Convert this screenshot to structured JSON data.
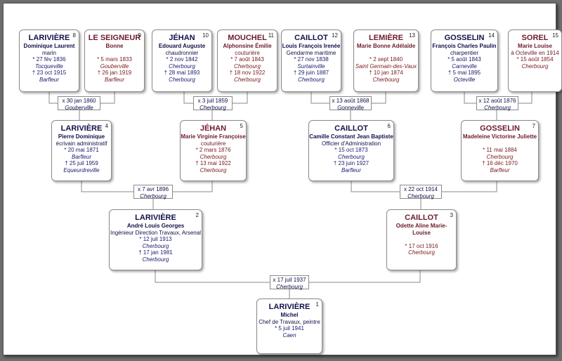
{
  "colors": {
    "male_text": "#10104a",
    "female_text": "#6e1a2a",
    "connector": "#8a8a8a",
    "background": "#6f6f6f"
  },
  "persons": {
    "p1": {
      "number": "1",
      "surname": "LARIVIÈRE",
      "given": "Michel",
      "occupation": "Chef de Travaux, peintre",
      "birth": "* 5 juil 1941",
      "birth_place": "Caen"
    },
    "p2": {
      "number": "2",
      "surname": "LARIVIÈRE",
      "given": "André Louis Georges",
      "occupation": "Ingénieur Direction Travaux, Arsenal",
      "birth": "* 12 juil 1913",
      "birth_place": "Cherbourg",
      "death": "† 17 jan 1981",
      "death_place": "Cherbourg"
    },
    "p3": {
      "number": "3",
      "surname": "CAILLOT",
      "given": "Odette Aline Marie-Louise",
      "birth": "* 17 oct 1916",
      "birth_place": "Cherbourg"
    },
    "p4": {
      "number": "4",
      "surname": "LARIVIÈRE",
      "given": "Pierre Dominique",
      "occupation": "écrivain administratif",
      "birth": "* 20 mai 1871",
      "birth_place": "Barfleur",
      "death": "† 25 juil 1959",
      "death_place": "Equeurdreville"
    },
    "p5": {
      "number": "5",
      "surname": "JÉHAN",
      "given": "Marie Virginie Françoise",
      "occupation": "couturière",
      "birth": "* 2 mars 1876",
      "birth_place": "Cherbourg",
      "death": "† 13 mai 1922",
      "death_place": "Cherbourg"
    },
    "p6": {
      "number": "6",
      "surname": "CAILLOT",
      "given": "Camille Constant Jean Baptiste",
      "occupation": "Officier d'Administration",
      "birth": "* 15 oct 1873",
      "birth_place": "Cherbourg",
      "death": "† 23 juin 1927",
      "death_place": "Barfleur"
    },
    "p7": {
      "number": "7",
      "surname": "GOSSELIN",
      "given": "Madeleine Victorine Juliette",
      "birth": "* 11 mai 1884",
      "birth_place": "Cherbourg",
      "death": "† 16 déc 1970",
      "death_place": "Barfleur"
    },
    "p8": {
      "number": "8",
      "surname": "LARIVIÈRE",
      "given": "Dominique Laurent",
      "occupation": "marin",
      "birth": "* 27 fév 1836",
      "birth_place": "Tocqueville",
      "death": "† 23 oct 1915",
      "death_place": "Barfleur"
    },
    "p9": {
      "number": "9",
      "surname": "LE SEIGNEUR",
      "given": "Bonne",
      "birth": "* 5 mars 1833",
      "birth_place": "Gouberville",
      "death": "† 26 jan 1919",
      "death_place": "Barfleur"
    },
    "p10": {
      "number": "10",
      "surname": "JÉHAN",
      "given": "Edouard Auguste",
      "occupation": "chaudronnier",
      "birth": "* 2 nov 1842",
      "birth_place": "Cherbourg",
      "death": "† 28 mai 1893",
      "death_place": "Cherbourg"
    },
    "p11": {
      "number": "11",
      "surname": "MOUCHEL",
      "given": "Alphonsine Émilie",
      "occupation": "couturière",
      "birth": "* 7 août 1843",
      "birth_place": "Cherbourg",
      "death": "† 18 nov 1922",
      "death_place": "Cherbourg"
    },
    "p12": {
      "number": "12",
      "surname": "CAILLOT",
      "given": "Louis François Irenée",
      "occupation": "Gendarme maritime",
      "birth": "* 27 nov 1838",
      "birth_place": "Surtainville",
      "death": "† 29 juin 1887",
      "death_place": "Cherbourg"
    },
    "p13": {
      "number": "13",
      "surname": "LEMIÈRE",
      "given": "Marie Bonne Adélaïde",
      "birth": "* 2 sept 1840",
      "birth_place": "Saint Germain-des-Vaux",
      "death": "† 10 jan 1874",
      "death_place": "Cherbourg"
    },
    "p14": {
      "number": "14",
      "surname": "GOSSELIN",
      "given": "François Charles Paulin",
      "occupation": "charpentier",
      "birth": "* 5 août 1843",
      "birth_place": "Carneville",
      "death": "† 5 mai 1895",
      "death_place": "Octeville"
    },
    "p15": {
      "number": "15",
      "surname": "SOREL",
      "given": "Marie Louise",
      "occupation": "à Octeville en 1914",
      "birth": "* 15 août 1854",
      "birth_place": "Cherbourg"
    }
  },
  "marriages": {
    "m8_9": {
      "date": "x 30 jan 1860",
      "place": "Gouberville"
    },
    "m10_11": {
      "date": "x 3 juil 1859",
      "place": "Cherbourg"
    },
    "m12_13": {
      "date": "x 13 août 1868",
      "place": "Gonneville"
    },
    "m14_15": {
      "date": "x 12 août 1876",
      "place": "Cherbourg"
    },
    "m4_5": {
      "date": "x 7 avr 1896",
      "place": "Cherbourg"
    },
    "m6_7": {
      "date": "x 22 oct 1914",
      "place": "Cherbourg"
    },
    "m2_3": {
      "date": "x 17 juil 1937",
      "place": "Cherbourg"
    }
  }
}
